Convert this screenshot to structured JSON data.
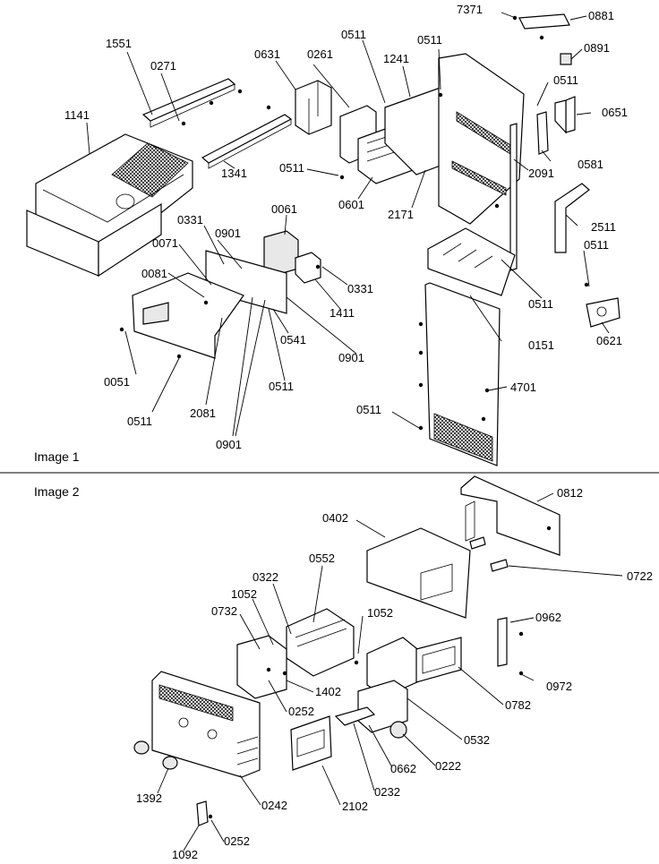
{
  "captions": {
    "image1": "Image 1",
    "image2": "Image 2"
  },
  "image1_labels": {
    "p7371": "7371",
    "p0881": "0881",
    "p1551": "1551",
    "p0271": "0271",
    "p0631": "0631",
    "p0261": "0261",
    "p0511_a": "0511",
    "p1241": "1241",
    "p0511_b": "0511",
    "p0891": "0891",
    "p0511_c": "0511",
    "p1141": "1141",
    "p0651": "0651",
    "p0511_d": "0511",
    "p2091": "2091",
    "p0581": "0581",
    "p1341": "1341",
    "p0601": "0601",
    "p2171": "2171",
    "p2511": "2511",
    "p0061": "0061",
    "p0331_a": "0331",
    "p0901_a": "0901",
    "p0071": "0071",
    "p0511_e": "0511",
    "p0081": "0081",
    "p0331_b": "0331",
    "p1411": "1411",
    "p0511_f": "0511",
    "p0621": "0621",
    "p0541": "0541",
    "p0151": "0151",
    "p0901_b": "0901",
    "p0051": "0051",
    "p0511_g": "0511",
    "p4701": "4701",
    "p2081": "2081",
    "p0511_h": "0511",
    "p0511_i": "0511",
    "p0901_c": "0901"
  },
  "image2_labels": {
    "p0812": "0812",
    "p0402": "0402",
    "p0552": "0552",
    "p0722": "0722",
    "p0322": "0322",
    "p1052_a": "1052",
    "p1052_b": "1052",
    "p0732": "0732",
    "p0962": "0962",
    "p1402": "1402",
    "p0972": "0972",
    "p0252_a": "0252",
    "p0782": "0782",
    "p0532": "0532",
    "p0222": "0222",
    "p0662": "0662",
    "p0232": "0232",
    "p1392": "1392",
    "p0242": "0242",
    "p2102": "2102",
    "p1092": "1092",
    "p0252_b": "0252"
  }
}
